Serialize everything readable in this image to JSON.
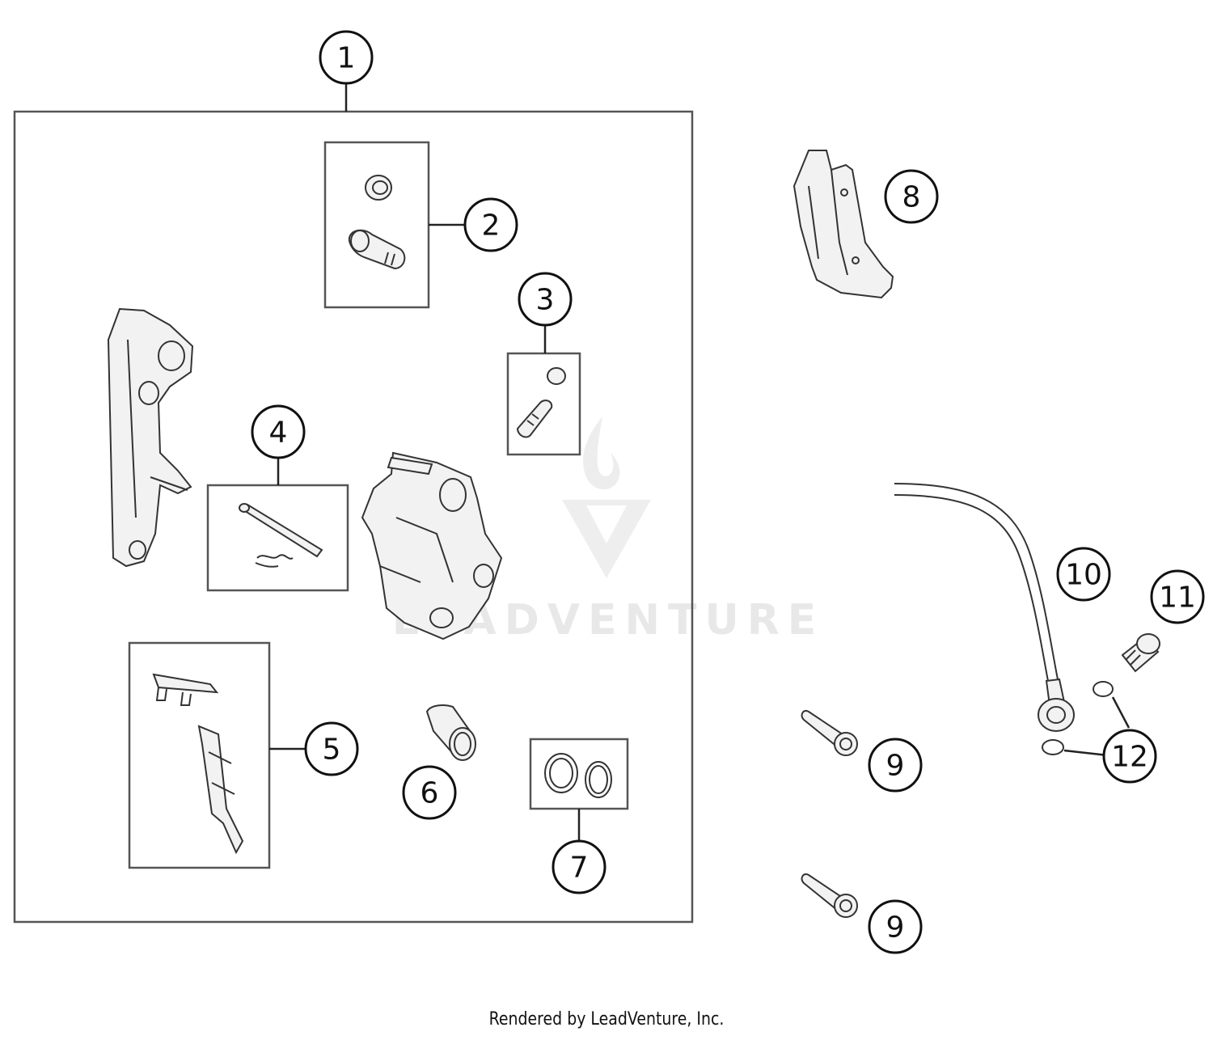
{
  "callouts": {
    "c1": "1",
    "c2": "2",
    "c3": "3",
    "c4": "4",
    "c5": "5",
    "c6": "6",
    "c7": "7",
    "c8": "8",
    "c9a": "9",
    "c9b": "9",
    "c10": "10",
    "c11": "11",
    "c12": "12"
  },
  "watermark": {
    "brand": "LEADVENTURE"
  },
  "footer": {
    "text": "Rendered by LeadVenture, Inc."
  }
}
